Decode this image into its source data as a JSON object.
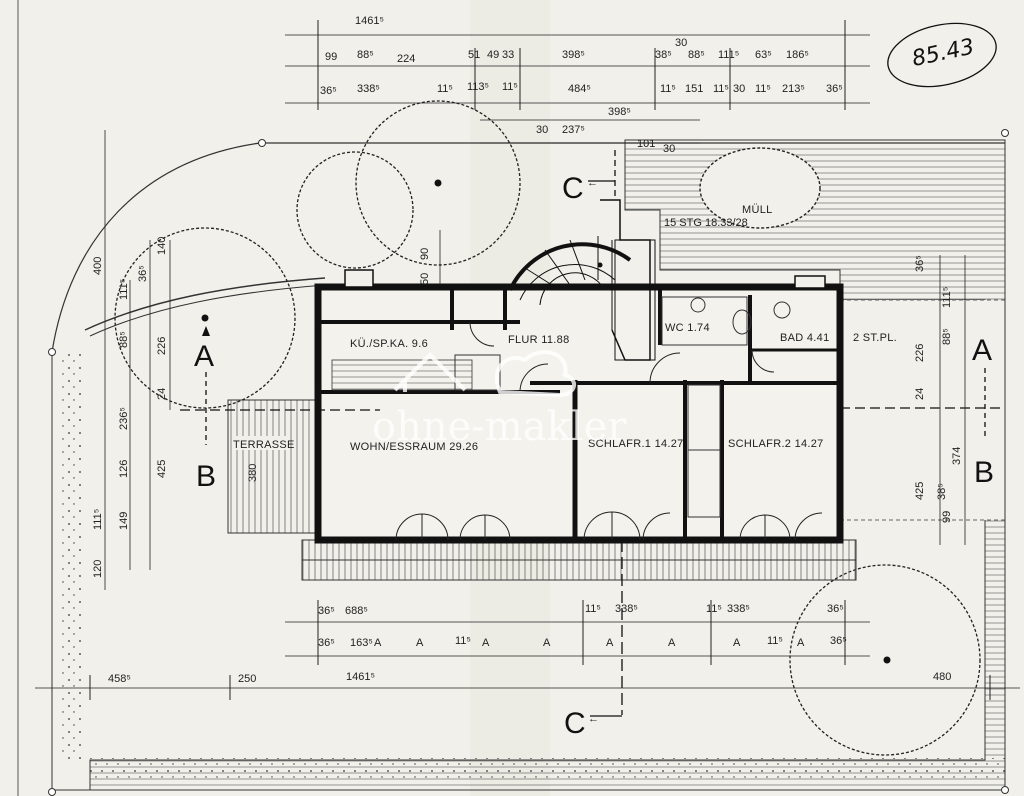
{
  "annotation": "85.43",
  "watermark": "ohne-makler",
  "rooms": {
    "kueche": "KÜ./SP.KA. 9.6",
    "flur": "FLUR 11.88",
    "wc": "WC 1.74",
    "bad": "BAD 4.41",
    "stpl": "2 ST.PL.",
    "wohn": "WOHN/ESSRAUM  29.26",
    "schlaf1": "SCHLAFR.1  14.27",
    "schlaf2": "SCHLAFR.2  14.27",
    "terrasse": "TERRASSE",
    "muell": "MÜLL",
    "stairs": "15 STG 18.33/28"
  },
  "sections": {
    "a_left": "A",
    "a_right": "A",
    "b_left": "B",
    "b_right": "B",
    "c_top": "C",
    "c_bottom": "C"
  },
  "dimensions_top": {
    "total": "1461⁵",
    "r1": [
      "99",
      "88⁵",
      "224",
      "51",
      "49",
      "33",
      "398⁵",
      "38⁵",
      "30",
      "88⁵",
      "111⁵",
      "63⁵",
      "186⁵"
    ],
    "r2": [
      "36⁵",
      "338⁵",
      "11⁵",
      "113⁵",
      "11⁵",
      "484⁵",
      "11⁵",
      "151",
      "11⁵",
      "30",
      "11⁵",
      "213⁵",
      "36⁵"
    ],
    "r3": [
      "398⁵",
      "30",
      "237⁵",
      "101",
      "30"
    ]
  },
  "dimensions_left": [
    "400",
    "111⁵",
    "36⁵",
    "140",
    "88⁵",
    "226",
    "24",
    "236⁵",
    "126",
    "425",
    "149",
    "111⁵",
    "120"
  ],
  "dimensions_right": [
    "36⁵",
    "111⁵",
    "88⁵",
    "226",
    "24",
    "374",
    "425",
    "38⁵",
    "99"
  ],
  "dimensions_inner": [
    "50",
    "90",
    "380"
  ],
  "dimensions_bottom": {
    "r1": [
      "36⁵",
      "688⁵",
      "11⁵",
      "338⁵",
      "11⁵",
      "338⁵",
      "36⁵"
    ],
    "r2": [
      "36⁵",
      "163⁵",
      "11⁵",
      "11⁵",
      "36⁵"
    ],
    "r3": [
      "458⁵",
      "250",
      "1461⁵",
      "480"
    ],
    "window_mark": "A"
  }
}
